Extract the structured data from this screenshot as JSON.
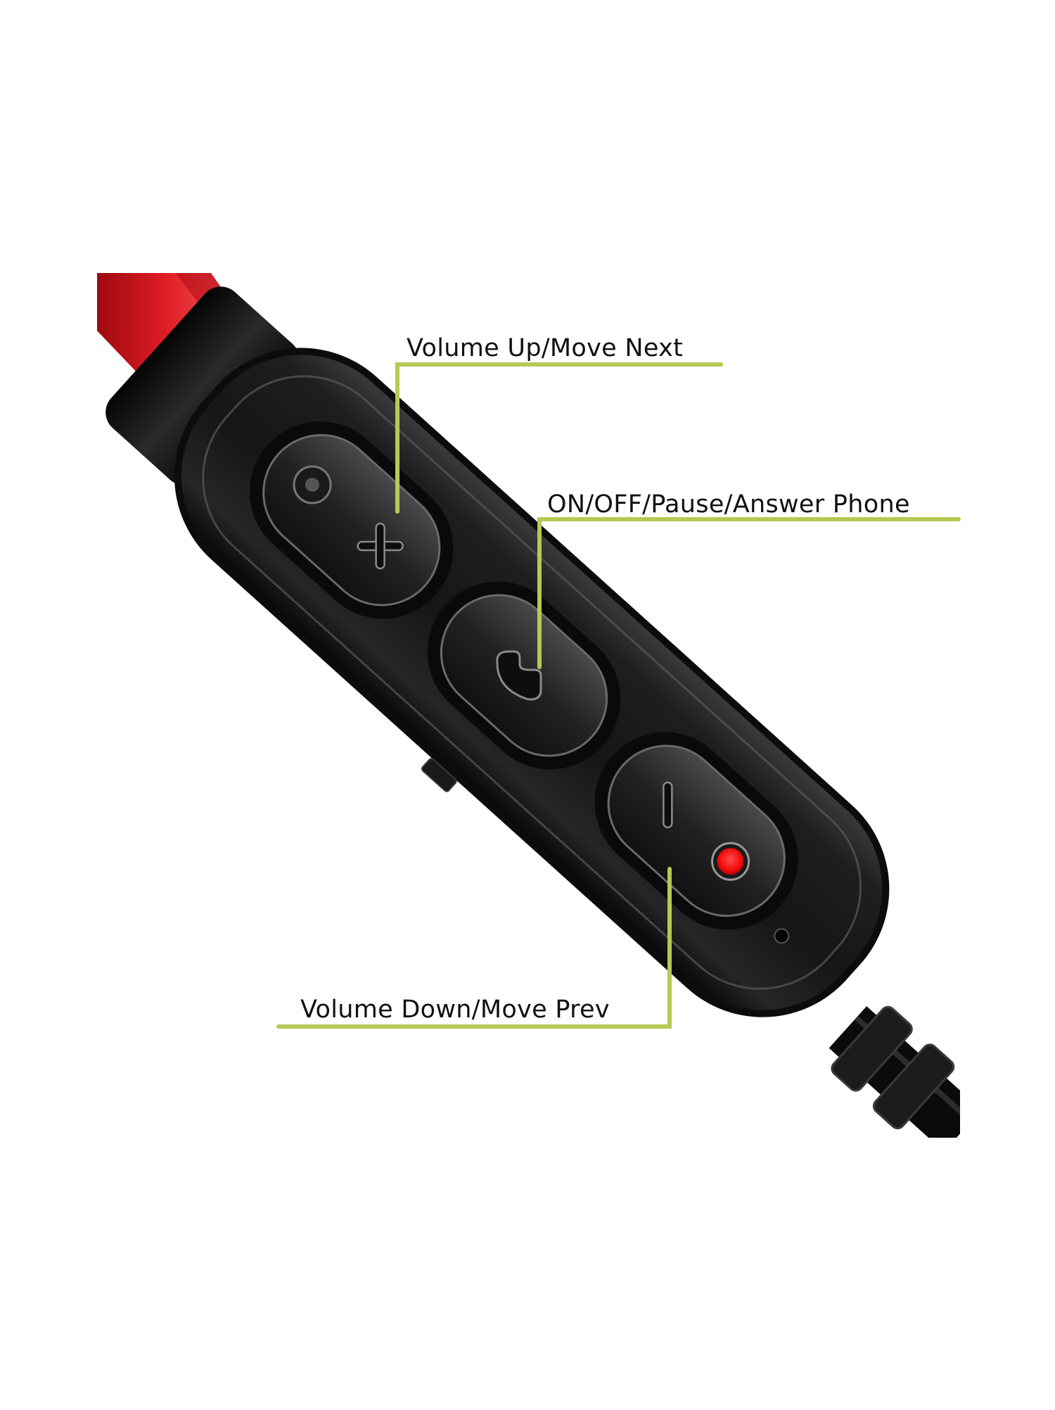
{
  "product": {
    "type": "neckband earphone inline remote",
    "colors": {
      "background": "#ffffff",
      "cable_red": "#d0131b",
      "body_black": "#141414",
      "callout_line": "#b5c955",
      "led_red": "#ff1010",
      "label_text": "#111111"
    }
  },
  "callouts": [
    {
      "id": "volume-up",
      "label": "Volume Up/Move Next",
      "button_icon": "plus-icon"
    },
    {
      "id": "power",
      "label": "ON/OFF/Pause/Answer Phone",
      "button_icon": "phone-icon"
    },
    {
      "id": "volume-down",
      "label": "Volume Down/Move Prev",
      "button_icon": "minus-icon"
    }
  ]
}
